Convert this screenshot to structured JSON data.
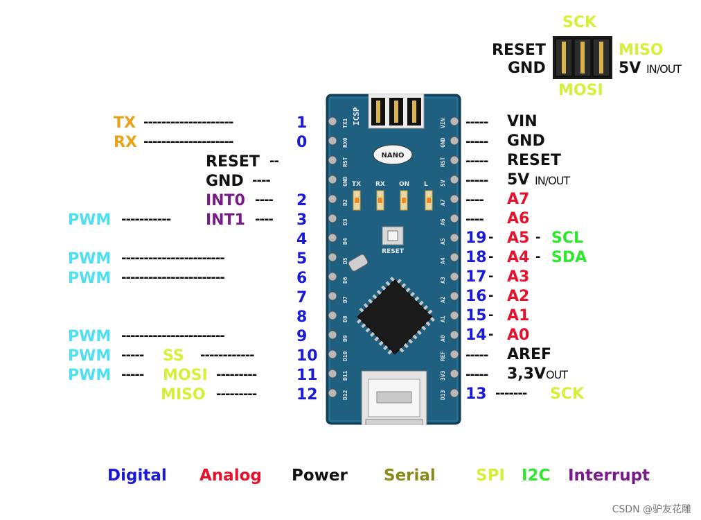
{
  "icsp_header": {
    "sck": "SCK",
    "reset": "RESET",
    "gnd": "GND",
    "miso": "MISO",
    "v5": "5V",
    "v5_suffix": "IN/OUT",
    "mosi": "MOSI"
  },
  "board": {
    "icsp_label": "ICSP",
    "nano_label": "NANO",
    "reset_label": "RESET",
    "led_labels": [
      "TX",
      "RX",
      "ON",
      "L"
    ],
    "left_pins": [
      "TX1",
      "RX0",
      "RST",
      "GND",
      "D2",
      "D3",
      "D4",
      "D5",
      "D6",
      "D7",
      "D8",
      "D9",
      "D10",
      "D11",
      "D12"
    ],
    "right_pins": [
      "VIN",
      "GND",
      "RST",
      "5V",
      "A7",
      "A6",
      "A5",
      "A4",
      "A3",
      "A2",
      "A1",
      "A0",
      "REF",
      "3V3",
      "D13"
    ]
  },
  "left": {
    "tx": "TX",
    "rx": "RX",
    "reset": "RESET",
    "gnd": "GND",
    "int0": "INT0",
    "int1": "INT1",
    "pwm": "PWM",
    "ss": "SS",
    "mosi": "MOSI",
    "miso": "MISO",
    "nums": [
      "1",
      "0",
      "2",
      "3",
      "4",
      "5",
      "6",
      "7",
      "8",
      "9",
      "10",
      "11",
      "12"
    ]
  },
  "right": {
    "vin": "VIN",
    "gnd": "GND",
    "reset": "RESET",
    "v5": "5V",
    "v5_suffix": "IN/OUT",
    "a7": "A7",
    "a6": "A6",
    "a5": "A5",
    "a4": "A4",
    "a3": "A3",
    "a2": "A2",
    "a1": "A1",
    "a0": "A0",
    "scl": "SCL",
    "sda": "SDA",
    "n19": "19",
    "n18": "18",
    "n17": "17",
    "n16": "16",
    "n15": "15",
    "n14": "14",
    "n13": "13",
    "aref": "AREF",
    "v33": "3,3V",
    "v33_suffix": "OUT",
    "sck": "SCK"
  },
  "legend": {
    "digital": "Digital",
    "analog": "Analog",
    "power": "Power",
    "serial": "Serial",
    "spi": "SPI",
    "i2c": "I2C",
    "interrupt": "Interrupt"
  },
  "watermark": "CSDN @驴友花雕",
  "colors": {
    "digital": "#1a1ad6",
    "analog": "#e8102a",
    "power": "#111111",
    "serial": "#e8a21a",
    "spi": "#d6f03a",
    "i2c": "#2ee82e",
    "interrupt": "#7a1a8a",
    "pwm": "#4fe0f0",
    "board": "#1f5f7f"
  }
}
